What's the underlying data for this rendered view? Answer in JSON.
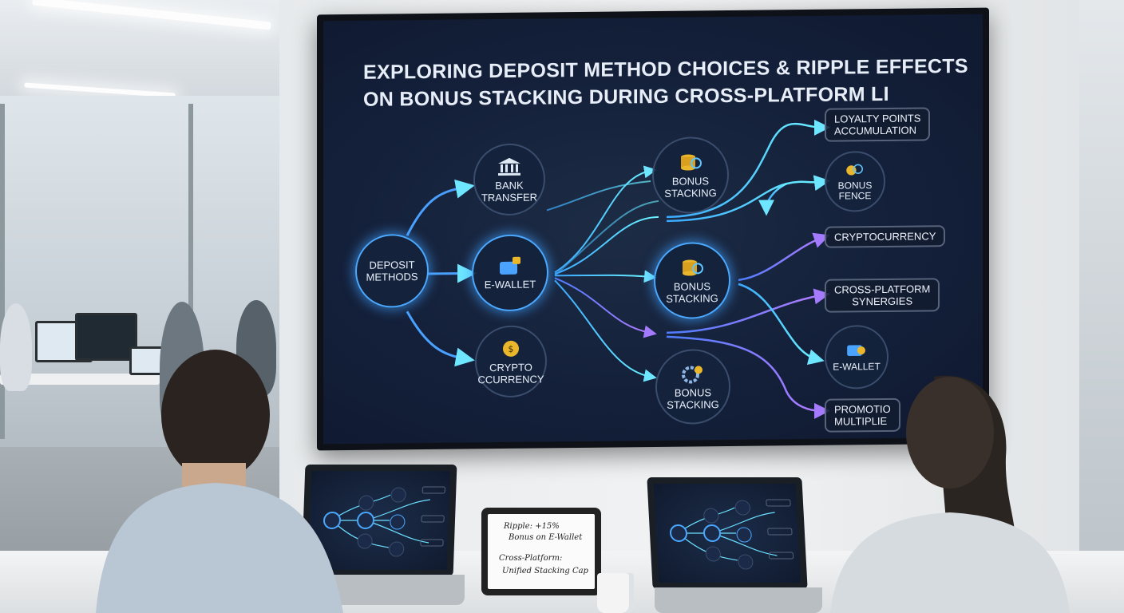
{
  "screen": {
    "title_line1": "EXPLORING DEPOSIT METHOD CHOICES & RIPPLE EFFECTS",
    "title_line2": "ON BONUS STACKING DURING CROSS-PLATFORM LI",
    "source_node": "DEPOSIT\nMETHODS",
    "methods": [
      {
        "label": "BANK\nTRANSFER",
        "icon": "bank-icon"
      },
      {
        "label": "E-WALLET",
        "icon": "wallet-lock-icon"
      },
      {
        "label": "CRYPTO\nCCURRENCY",
        "icon": "crypto-coin-icon"
      }
    ],
    "stacking": [
      {
        "label": "BONUS\nSTACKING",
        "icon": "coin-stack-magnifier-icon"
      },
      {
        "label": "BONUS\nSTACKING",
        "icon": "coin-stack-magnifier-icon"
      },
      {
        "label": "BONUS\nSTACKING",
        "icon": "gear-coin-icon"
      }
    ],
    "outcomes": [
      {
        "label": "LOYALTY POINTS\nACCUMULATION",
        "kind": "box"
      },
      {
        "label": "BONUS\nFENCE",
        "kind": "circle",
        "icon": "coins-magnifier-icon"
      },
      {
        "label": "CRYPTOCURRENCY",
        "kind": "box"
      },
      {
        "label": "CROSS-PLATFORM\nSYNERGIES",
        "kind": "box"
      },
      {
        "label": "E-WALLET",
        "kind": "circle",
        "icon": "wallet-coin-icon"
      },
      {
        "label": "PROMOTIO\nMULTIPLIE",
        "kind": "box"
      }
    ]
  },
  "tablet_note": {
    "line1": "Ripple: +15%",
    "line2": "Bonus on E-Wallet",
    "line3": "Cross-Platform:",
    "line4": "Unified Stacking Cap"
  },
  "colors": {
    "screen_bg": "#14203a",
    "glow_blue": "#4aa8ff",
    "flow_cyan": "#5fe3ff",
    "flow_purple": "#9a6bff",
    "icon_gold": "#e9b62c"
  }
}
